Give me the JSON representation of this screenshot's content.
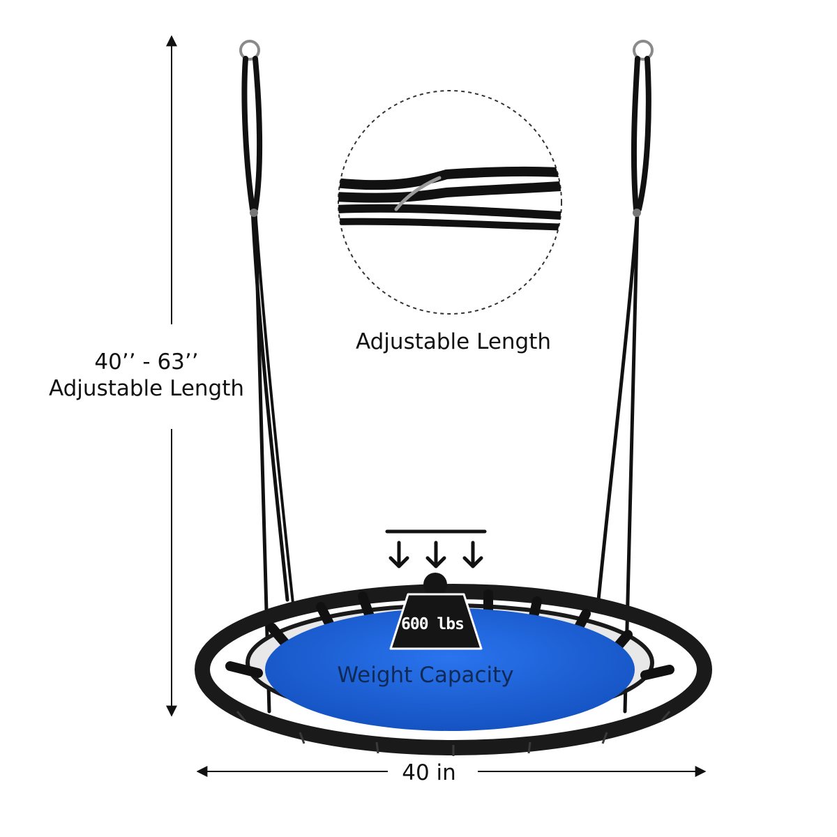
{
  "product": {
    "height_range": "40’’ - 63’’",
    "height_caption": "Adjustable Length",
    "detail_caption": "Adjustable Length",
    "weight_value": "600 lbs",
    "weight_caption": "Weight Capacity",
    "width_value": "40 in"
  },
  "colors": {
    "seat_fabric": "#1a5fd6",
    "frame": "#222222",
    "rope": "#111111",
    "weight_block": "#151515"
  },
  "icons": [
    "ring-hook-icon",
    "down-arrow-icon",
    "weight-icon",
    "s-hook-icon"
  ]
}
